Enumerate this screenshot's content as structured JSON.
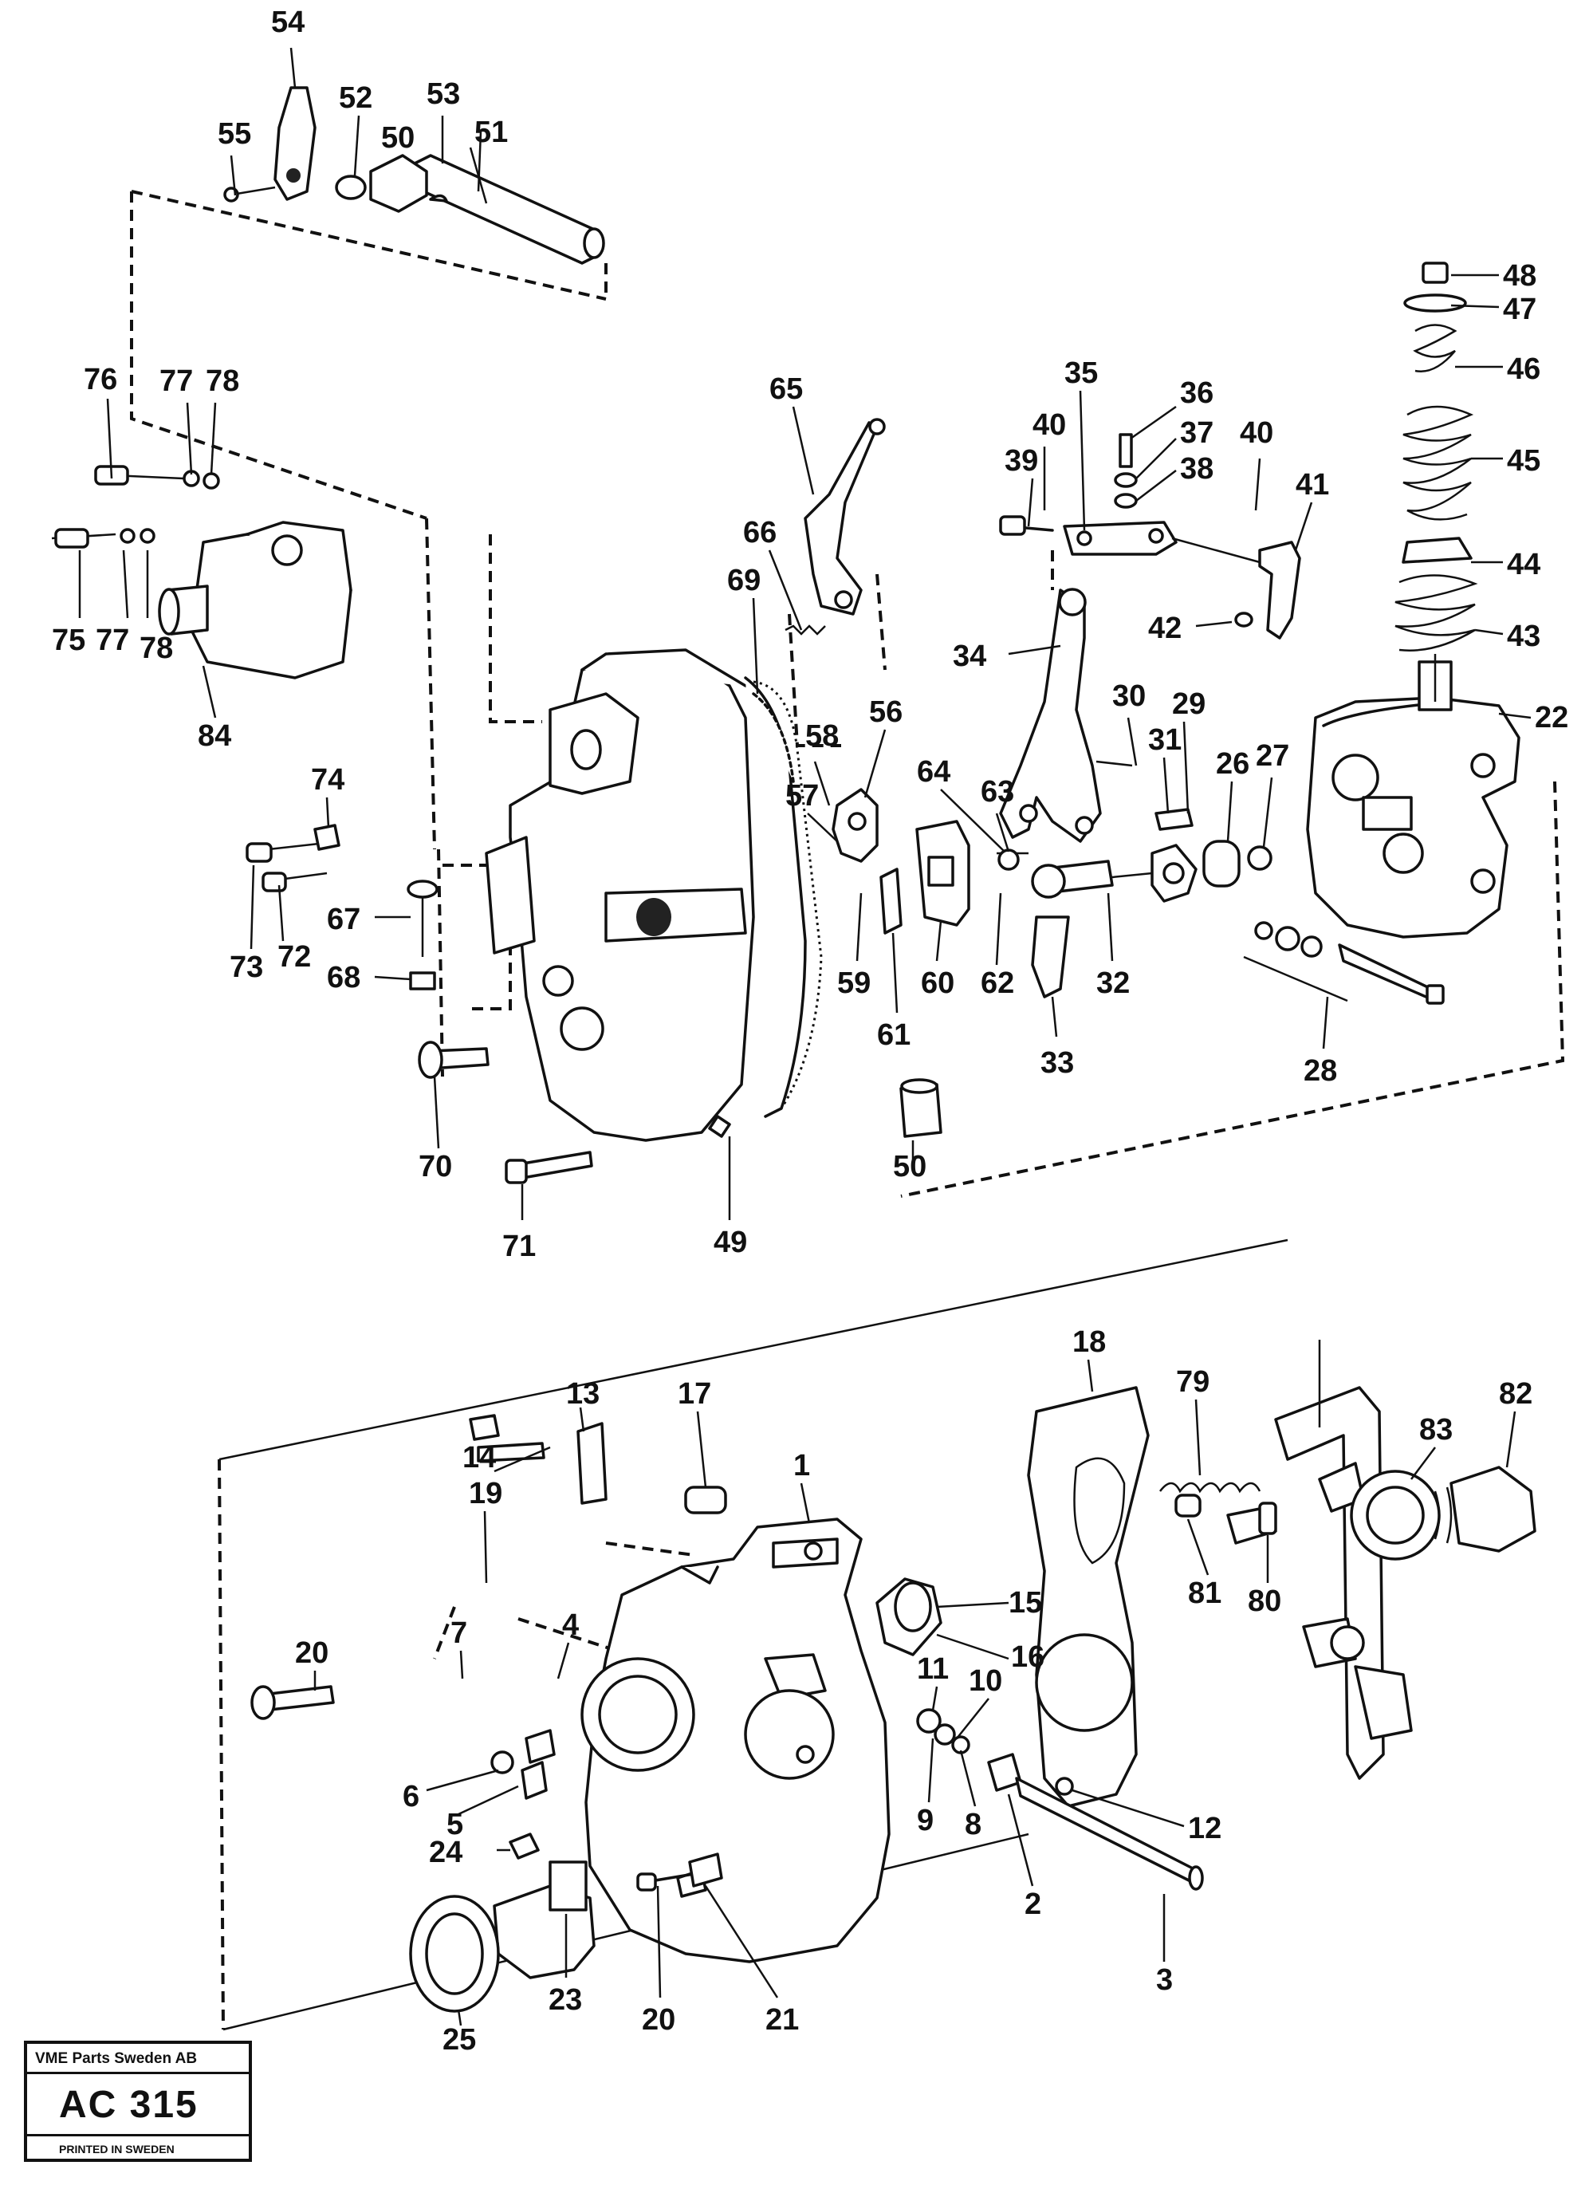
{
  "callouts": {
    "c54": "54",
    "c52": "52",
    "c53": "53",
    "c50a": "50",
    "c51": "51",
    "c55": "55",
    "c48": "48",
    "c47": "47",
    "c46": "46",
    "c45": "45",
    "c44": "44",
    "c43": "43",
    "c22": "22",
    "c76": "76",
    "c77a": "77",
    "c78a": "78",
    "c75": "75",
    "c77b": "77",
    "c78b": "78",
    "c84": "84",
    "c65": "65",
    "c66": "66",
    "c69": "69",
    "c35": "35",
    "c40a": "40",
    "c39": "39",
    "c36": "36",
    "c37": "37",
    "c38": "38",
    "c40b": "40",
    "c41": "41",
    "c34": "34",
    "c42": "42",
    "c30": "30",
    "c31": "31",
    "c29": "29",
    "c26": "26",
    "c27": "27",
    "c74": "74",
    "c73": "73",
    "c72": "72",
    "c67": "67",
    "c68": "68",
    "c58": "58",
    "c56": "56",
    "c57": "57",
    "c64": "64",
    "c63": "63",
    "c59": "59",
    "c61": "61",
    "c60": "60",
    "c62": "62",
    "c32": "32",
    "c33": "33",
    "c28": "28",
    "c70": "70",
    "c71": "71",
    "c49": "49",
    "c50b": "50",
    "c18": "18",
    "c79": "79",
    "c82": "82",
    "c83": "83",
    "c81": "81",
    "c80": "80",
    "c13": "13",
    "c17": "17",
    "c1": "1",
    "c14": "14",
    "c19": "19",
    "c15": "15",
    "c16": "16",
    "c20a": "20",
    "c7": "7",
    "c4": "4",
    "c11": "11",
    "c10": "10",
    "c6": "6",
    "c5": "5",
    "c9": "9",
    "c8": "8",
    "c12": "12",
    "c24": "24",
    "c2": "2",
    "c3": "3",
    "c23": "23",
    "c25": "25",
    "c20b": "20",
    "c21": "21"
  },
  "title_block": {
    "company": "VME Parts Sweden AB",
    "code": "AC 315",
    "printed": "PRINTED IN SWEDEN"
  }
}
